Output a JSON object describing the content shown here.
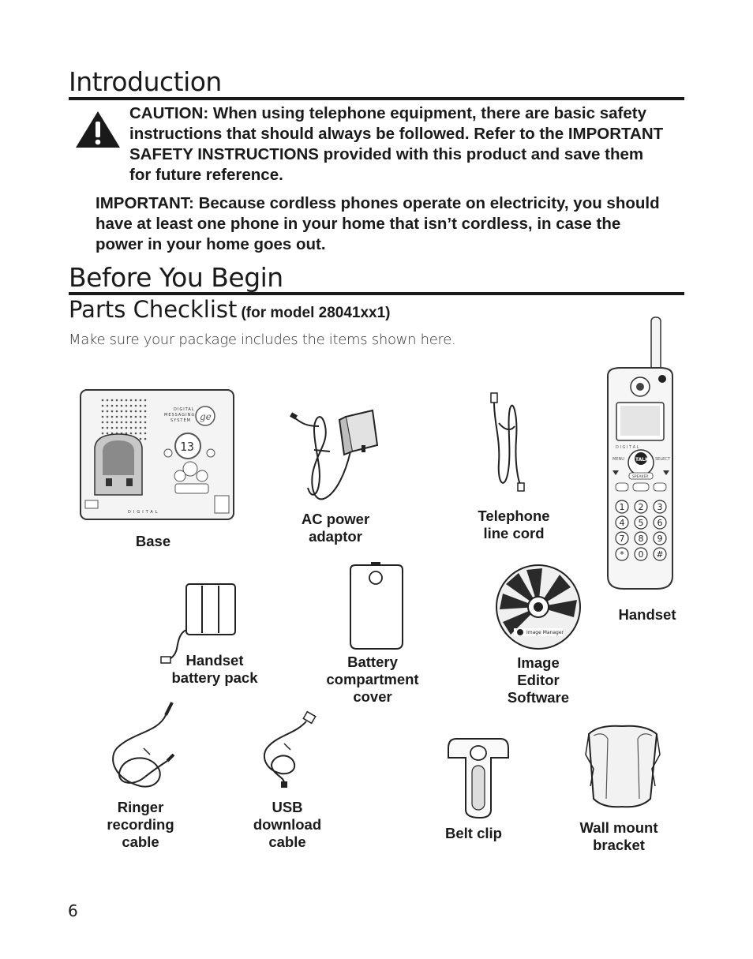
{
  "intro": {
    "title": "Introduction",
    "caution": "CAUTION: When using telephone equipment, there are basic safety instructions that should always be followed. Refer to the IMPORTANT SAFETY INSTRUCTIONS provided with this product and save them for future reference.",
    "important": "IMPORTANT: Because cordless phones operate on electricity, you should have at least one phone in your home that isn’t cordless, in case the power  in your home goes out."
  },
  "before": {
    "title": "Before You Begin",
    "parts_title": "Parts Checklist",
    "parts_model": "(for model 28041xx1)",
    "instruction": "Make sure your package includes the items shown here."
  },
  "items": {
    "base": "Base",
    "ac_adaptor": "AC power\nadaptor",
    "line_cord": "Telephone\nline cord",
    "handset": "Handset",
    "battery_pack": "Handset\nbattery pack",
    "battery_cover": "Battery\ncompartment\ncover",
    "software": "Image\nEditor\nSoftware",
    "ringer_cable": "Ringer\nrecording\ncable",
    "usb_cable": "USB\ndownload\ncable",
    "belt_clip": "Belt clip",
    "wall_bracket": "Wall mount\nbracket"
  },
  "handset_keys": [
    "1",
    "2",
    "3",
    "4",
    "5",
    "6",
    "7",
    "8",
    "9",
    "*",
    "0",
    "#"
  ],
  "device_text": {
    "talk": "TALK",
    "menu": "MENU",
    "select": "SELECT",
    "speaker": "SPEAKER",
    "display": "13",
    "digital": "D I G I T A L",
    "dms": "DIGITAL\nMESSAGING\nSYSTEM",
    "cd_label": "Image Manager"
  },
  "page_number": "6"
}
